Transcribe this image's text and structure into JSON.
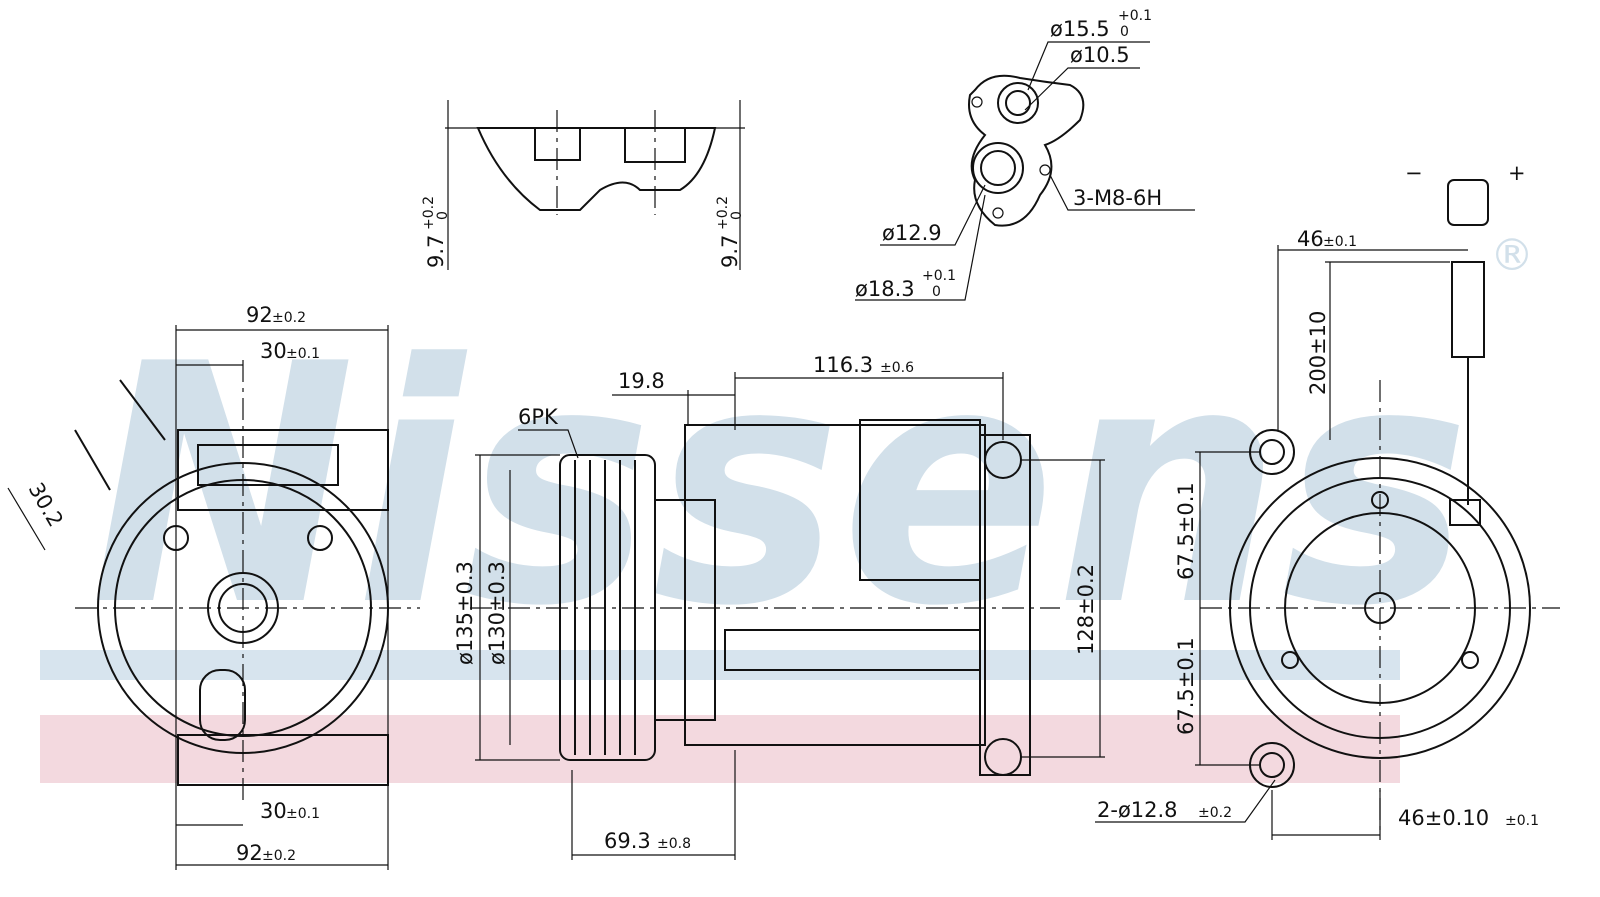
{
  "watermark": {
    "brand": "Nissens",
    "registered": "®",
    "band_colors": {
      "blue": "#d7e4ee",
      "pink": "#f3d9df"
    }
  },
  "flange": {
    "d15_5": "ø15.5",
    "d15_5_tol_up": "+0.1",
    "d15_5_tol_low": "0",
    "d10_5": "ø10.5",
    "thread": "3-M8-6H",
    "d12_9": "ø12.9",
    "d18_3": "ø18.3",
    "d18_3_tol_up": "+0.1",
    "d18_3_tol_low": "0"
  },
  "section": {
    "depth_left": "9.7",
    "depth_right": "9.7",
    "tol_up": "+0.2",
    "tol_low": "0"
  },
  "front_view": {
    "width_top": "92",
    "width_top_tol": "±0.2",
    "offset_top": "30",
    "offset_top_tol": "±0.1",
    "angle_dim": "30.2",
    "offset_bottom": "30",
    "offset_bottom_tol": "±0.1",
    "width_bottom": "92",
    "width_bottom_tol": "±0.2"
  },
  "side_view": {
    "belt": "6PK",
    "clutch_offset": "19.8",
    "length": "116.3",
    "length_tol": "±0.6",
    "pulley_outer": "ø135±0.3",
    "pulley_inner": "ø130±0.3",
    "height": "128±0.2",
    "pulley_length": "69.3",
    "pulley_length_tol": "±0.8"
  },
  "rear_view": {
    "minus": "−",
    "plus": "+",
    "conn_offset": "46",
    "conn_offset_tol": "±0.1",
    "cable_length": "200±10",
    "upper_half": "67.5±0.1",
    "lower_half": "67.5±0.1",
    "mount_holes": "2-ø12.8",
    "mount_holes_tol": "±0.2",
    "bottom_offset": "46±0.10",
    "bottom_offset_tol": "±0.1"
  }
}
